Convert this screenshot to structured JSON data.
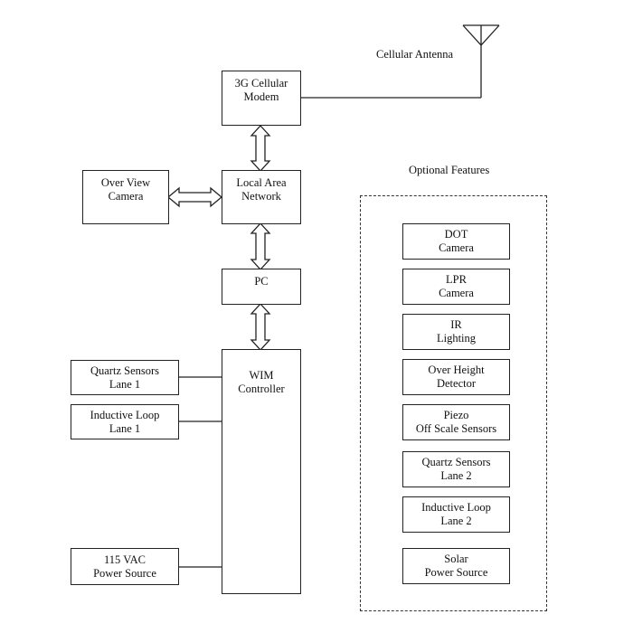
{
  "antenna": {
    "label": "Cellular Antenna"
  },
  "main_blocks": {
    "modem": "3G Cellular\nModem",
    "lan": "Local Area\nNetwork",
    "overview_camera": "Over View\nCamera",
    "pc": "PC",
    "wim_controller": "WIM\nController",
    "quartz_lane1": "Quartz  Sensors\nLane 1",
    "loop_lane1": "Inductive Loop\nLane 1",
    "power_115vac": "115 VAC\nPower Source"
  },
  "optional": {
    "title": "Optional Features",
    "items": [
      "DOT\nCamera",
      "LPR\nCamera",
      "IR\nLighting",
      "Over Height\nDetector",
      "Piezo\nOff Scale Sensors",
      "Quartz  Sensors\nLane 2",
      "Inductive Loop\nLane 2",
      "Solar\nPower Source"
    ]
  }
}
